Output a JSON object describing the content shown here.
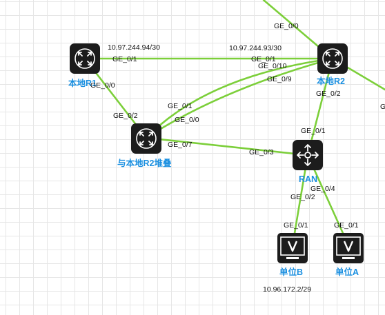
{
  "topology": {
    "devices": {
      "r1": {
        "name": "本地R1",
        "icon": "router-icon"
      },
      "r2": {
        "name": "本地R2",
        "icon": "router-icon"
      },
      "stack": {
        "name": "与本地R2堆叠",
        "icon": "router-icon"
      },
      "ran": {
        "name": "RAN",
        "icon": "switch-icon"
      },
      "unit_b": {
        "name": "单位B",
        "icon": "terminal-icon"
      },
      "unit_a": {
        "name": "单位A",
        "icon": "terminal-icon"
      }
    },
    "labels": {
      "r2_top_port": "GE_0/0",
      "r1_ip": "10.97.244.94/30",
      "r1_to_r2_port": "GE_0/1",
      "r2_ip": "10.97.244.93/30",
      "r2_to_r1_port": "GE_0/1",
      "r2_port_10": "GE_0/10",
      "r2_port_9": "GE_0/9",
      "r1_down_port": "GE_0/0",
      "stack_top_port": "GE_0/2",
      "stack_port_1": "GE_0/1",
      "stack_port_0": "GE_0/0",
      "stack_port_7": "GE_0/7",
      "ran_port_3": "GE_0/3",
      "r2_down_port": "GE_0/2",
      "ran_up_port": "GE_0/1",
      "ran_port_4": "GE_0/4",
      "ran_port_2": "GE_0/2",
      "unit_b_port": "GE_0/1",
      "unit_a_port": "GE_0/1",
      "unit_b_ip": "10.96.172.2/29",
      "edge_partial": "G"
    }
  },
  "colors": {
    "link": "#7ccf3a",
    "device_label": "#1a8fe0",
    "icon_fill": "#1c1c1c",
    "grid": "#e6e6e6"
  }
}
